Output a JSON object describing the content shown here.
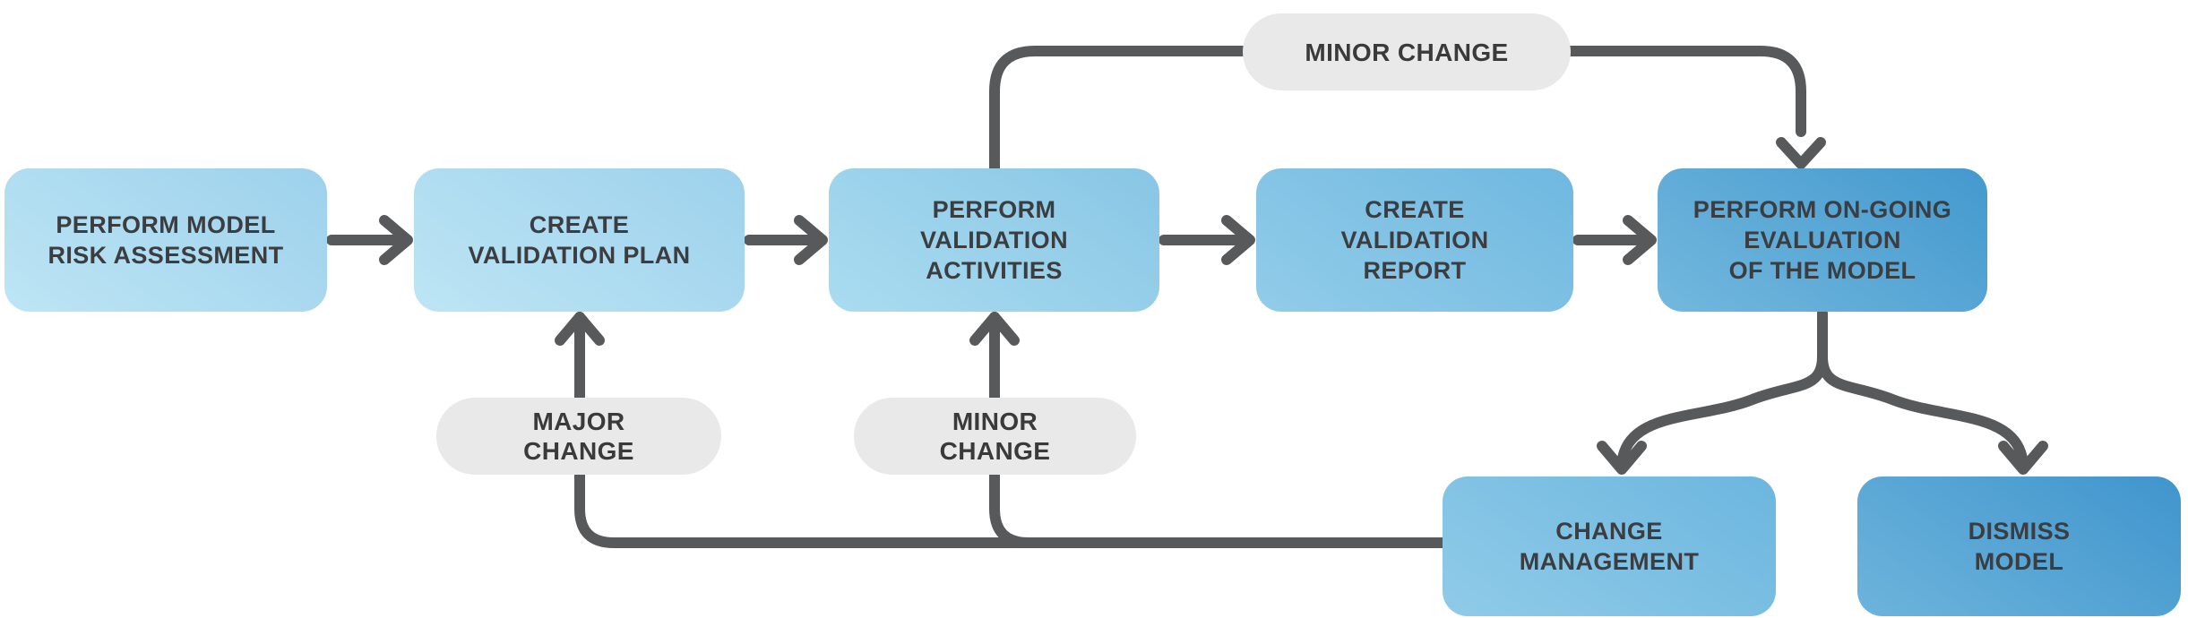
{
  "diagram": {
    "type": "flowchart",
    "nodes": {
      "risk_assessment": {
        "lines": [
          "PERFORM MODEL",
          "RISK ASSESSMENT"
        ]
      },
      "validation_plan": {
        "lines": [
          "CREATE",
          "VALIDATION PLAN"
        ]
      },
      "validation_activities": {
        "lines": [
          "PERFORM",
          "VALIDATION",
          "ACTIVITIES"
        ]
      },
      "validation_report": {
        "lines": [
          "CREATE",
          "VALIDATION",
          "REPORT"
        ]
      },
      "ongoing_evaluation": {
        "lines": [
          "PERFORM ON-GOING",
          "EVALUATION",
          "OF THE MODEL"
        ]
      },
      "change_management": {
        "lines": [
          "CHANGE",
          "MANAGEMENT"
        ]
      },
      "dismiss_model": {
        "lines": [
          "DISMISS",
          "MODEL"
        ]
      }
    },
    "edge_labels": {
      "minor_change_top": "MINOR CHANGE",
      "major_change": {
        "lines": [
          "MAJOR",
          "CHANGE"
        ]
      },
      "minor_change_mid": {
        "lines": [
          "MINOR",
          "CHANGE"
        ]
      }
    },
    "edges": [
      {
        "from": "risk_assessment",
        "to": "validation_plan",
        "label": ""
      },
      {
        "from": "validation_plan",
        "to": "validation_activities",
        "label": ""
      },
      {
        "from": "validation_activities",
        "to": "validation_report",
        "label": ""
      },
      {
        "from": "validation_report",
        "to": "ongoing_evaluation",
        "label": ""
      },
      {
        "from": "validation_activities",
        "to": "ongoing_evaluation",
        "label": "MINOR CHANGE",
        "route": "top-loop"
      },
      {
        "from": "ongoing_evaluation",
        "to": "change_management",
        "label": ""
      },
      {
        "from": "ongoing_evaluation",
        "to": "dismiss_model",
        "label": ""
      },
      {
        "from": "change_management",
        "to": "validation_plan",
        "label": "MAJOR CHANGE",
        "route": "bottom-loop"
      },
      {
        "from": "change_management",
        "to": "validation_activities",
        "label": "MINOR CHANGE",
        "route": "bottom-loop"
      }
    ],
    "colors": {
      "connector": "#58595b",
      "node_text": "#3b3d40",
      "pill_bg": "#e9e9e9",
      "pill_text": "#3a3a3a",
      "box_light_top": "#9dd1ec",
      "box_light_bottom": "#bde5f4",
      "box_mid_top": "#88c6e5",
      "box_medium_top": "#6fb8e0",
      "box_dark_top": "#4399ce",
      "background": "#ffffff"
    }
  }
}
